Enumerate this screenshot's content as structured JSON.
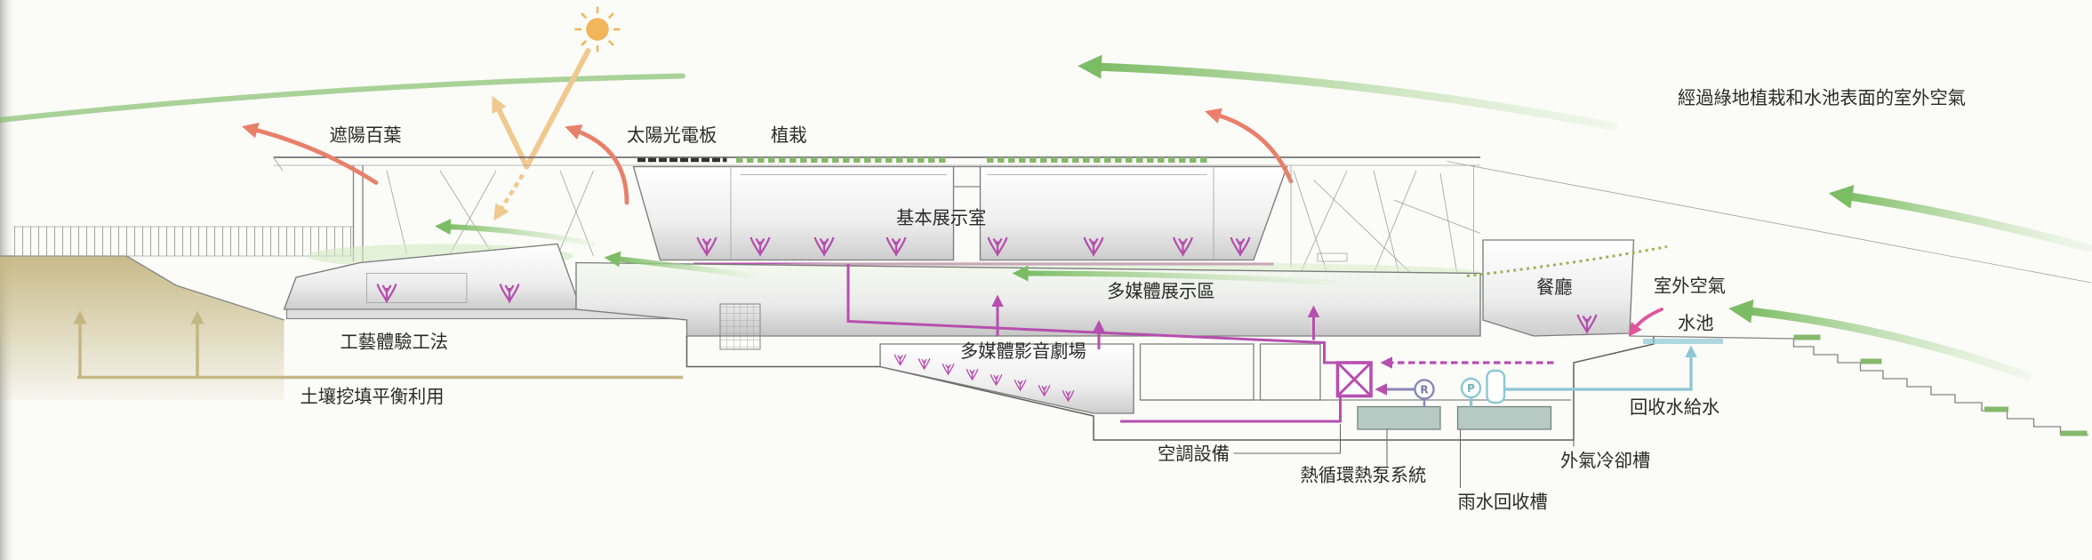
{
  "labels": {
    "louver": "遮陽百葉",
    "solar_panel": "太陽光電板",
    "planting": "植栽",
    "basic_exhibition": "基本展示室",
    "outdoor_air_note": "經過綠地植栽和水池表面的室外空氣",
    "multimedia_exhibition": "多媒體展示區",
    "restaurant": "餐廳",
    "outdoor_air": "室外空氣",
    "pond": "水池",
    "craft": "工藝體驗工法",
    "theater": "多媒體影音劇場",
    "soil": "土壤挖填平衡利用",
    "recycled_water": "回收水給水",
    "hvac": "空調設備",
    "cooling_tank": "外氣冷卻槽",
    "heat_pump": "熱循環熱泵系統",
    "rain_tank": "雨水回收槽"
  },
  "symbols": {
    "pump_r": "R",
    "pump_p": "P"
  },
  "colors": {
    "wind": "#7cbc64",
    "wind_light": "#dff0d4",
    "hot_air": "#e8806a",
    "sun": "#f1b55a",
    "sunbeam": "#f0c98e",
    "hvac": "#b64fae",
    "water": "#8dc7d3",
    "soil": "#c5b783",
    "planting": "#86b96b"
  }
}
